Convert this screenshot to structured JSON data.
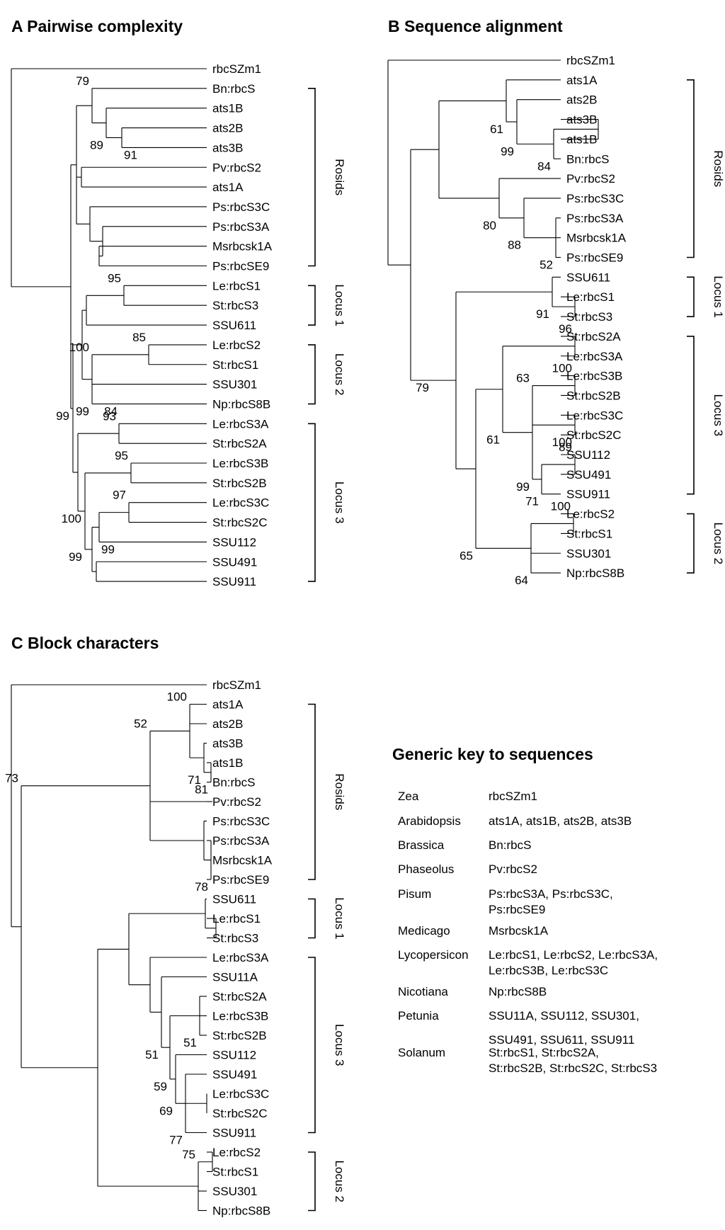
{
  "panels": [
    {
      "id": "A",
      "letter": "A",
      "title": "Pairwise complexity",
      "leaves": [
        "rbcSZm1",
        "Bn:rbcS",
        "ats1B",
        "ats2B",
        "ats3B",
        "Pv:rbcS2",
        "ats1A",
        "Ps:rbcS3C",
        "Ps:rbcS3A",
        "Msrbcsk1A",
        "Ps:rbcSE9",
        "Le:rbcS1",
        "St:rbcS3",
        "SSU611",
        "Le:rbcS2",
        "St:rbcS1",
        "SSU301",
        "Np:rbcS8B",
        "Le:rbcS3A",
        "St:rbcS2A",
        "Le:rbcS3B",
        "St:rbcS2B",
        "Le:rbcS3C",
        "St:rbcS2C",
        "SSU112",
        "SSU491",
        "SSU911"
      ],
      "groups": [
        {
          "label": "Rosids",
          "from": 1,
          "to": 10
        },
        {
          "label": "Locus 1",
          "from": 11,
          "to": 13
        },
        {
          "label": "Locus 2",
          "from": 14,
          "to": 17
        },
        {
          "label": "Locus 3",
          "from": 18,
          "to": 26
        }
      ],
      "bootstraps": [
        "79",
        "89",
        "91",
        "99",
        "95",
        "100",
        "85",
        "99",
        "84",
        "93",
        "95",
        "97",
        "100",
        "99",
        "99"
      ]
    },
    {
      "id": "B",
      "letter": "B",
      "title": "Sequence alignment",
      "leaves": [
        "rbcSZm1",
        "ats1A",
        "ats2B",
        "ats3B",
        "ats1B",
        "Bn:rbcS",
        "Pv:rbcS2",
        "Ps:rbcS3C",
        "Ps:rbcS3A",
        "Msrbcsk1A",
        "Ps:rbcSE9",
        "SSU611",
        "Le:rbcS1",
        "St:rbcS3",
        "St:rbcS2A",
        "Le:rbcS3A",
        "Le:rbcS3B",
        "St:rbcS2B",
        "Le:rbcS3C",
        "St:rbcS2C",
        "SSU112",
        "SSU491",
        "SSU911",
        "Le:rbcS2",
        "St:rbcS1",
        "SSU301",
        "Np:rbcS8B"
      ],
      "groups": [
        {
          "label": "Rosids",
          "from": 1,
          "to": 10
        },
        {
          "label": "Locus 1",
          "from": 11,
          "to": 13
        },
        {
          "label": "Locus 3",
          "from": 14,
          "to": 22
        },
        {
          "label": "Locus 2",
          "from": 23,
          "to": 26
        }
      ],
      "bootstraps": [
        "61",
        "99",
        "84",
        "80",
        "88",
        "52",
        "79",
        "91",
        "96",
        "61",
        "100",
        "63",
        "100",
        "89",
        "99",
        "71",
        "65",
        "100",
        "64"
      ]
    },
    {
      "id": "C",
      "letter": "C",
      "title": "Block characters",
      "leaves": [
        "rbcSZm1",
        "ats1A",
        "ats2B",
        "ats3B",
        "ats1B",
        "Bn:rbcS",
        "Pv:rbcS2",
        "Ps:rbcS3C",
        "Ps:rbcS3A",
        "Msrbcsk1A",
        "Ps:rbcSE9",
        "SSU611",
        "Le:rbcS1",
        "St:rbcS3",
        "Le:rbcS3A",
        "SSU11A",
        "St:rbcS2A",
        "Le:rbcS3B",
        "St:rbcS2B",
        "SSU112",
        "SSU491",
        "Le:rbcS3C",
        "St:rbcS2C",
        "SSU911",
        "Le:rbcS2",
        "St:rbcS1",
        "SSU301",
        "Np:rbcS8B"
      ],
      "groups": [
        {
          "label": "Rosids",
          "from": 1,
          "to": 10
        },
        {
          "label": "Locus 1",
          "from": 11,
          "to": 13
        },
        {
          "label": "Locus 3",
          "from": 14,
          "to": 23
        },
        {
          "label": "Locus 2",
          "from": 24,
          "to": 27
        }
      ],
      "bootstraps": [
        "100",
        "52",
        "71",
        "81",
        "78",
        "51",
        "59",
        "51",
        "69",
        "77",
        "73",
        "75"
      ]
    }
  ],
  "key": {
    "title": "Generic key to sequences",
    "rows": [
      {
        "genus": "Zea",
        "lines": [
          "rbcSZm1"
        ]
      },
      {
        "genus": "Arabidopsis",
        "lines": [
          "ats1A, ats1B, ats2B, ats3B"
        ]
      },
      {
        "genus": "Brassica",
        "lines": [
          "Bn:rbcS"
        ]
      },
      {
        "genus": "Phaseolus",
        "lines": [
          "Pv:rbcS2"
        ]
      },
      {
        "genus": "Pisum",
        "lines": [
          "Ps:rbcS3A, Ps:rbcS3C,",
          "Ps:rbcSE9"
        ]
      },
      {
        "genus": "Medicago",
        "lines": [
          "Msrbcsk1A"
        ]
      },
      {
        "genus": "Lycopersicon",
        "lines": [
          "Le:rbcS1, Le:rbcS2, Le:rbcS3A,",
          "Le:rbcS3B, Le:rbcS3C"
        ]
      },
      {
        "genus": "Nicotiana",
        "lines": [
          "Np:rbcS8B"
        ]
      },
      {
        "genus": "Petunia",
        "lines": [
          "SSU11A, SSU112, SSU301,",
          "SSU491, SSU611, SSU911"
        ]
      },
      {
        "genus": "Solanum",
        "lines": [
          "St:rbcS1, St:rbcS2A,",
          "St:rbcS2B, St:rbcS2C, St:rbcS3"
        ]
      }
    ]
  }
}
